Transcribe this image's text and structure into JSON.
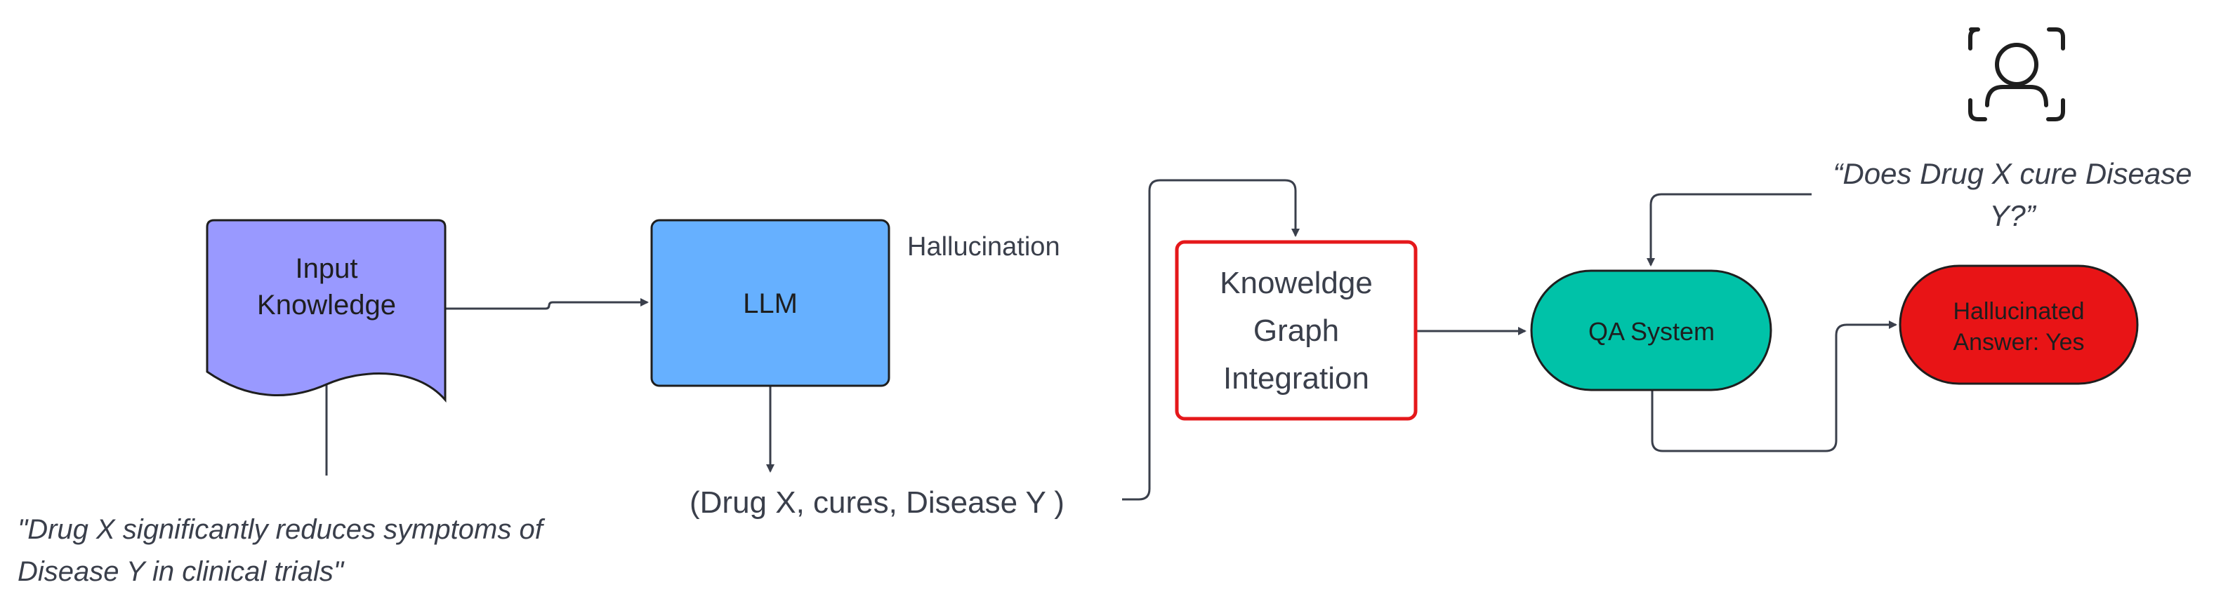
{
  "nodes": {
    "input_knowledge": {
      "line1": "Input",
      "line2": "Knowledge",
      "fill": "#9999ff"
    },
    "llm": {
      "label": "LLM",
      "fill": "#66b0ff"
    },
    "kg": {
      "line1": "Knoweldge",
      "line2": "Graph",
      "line3": "Integration",
      "border": "#e5181b"
    },
    "qa": {
      "label": "QA System",
      "fill": "#00c2a8"
    },
    "hallucinated": {
      "line1": "Hallucinated",
      "line2": "Answer: Yes",
      "fill": "#e81416"
    }
  },
  "labels": {
    "hallucination": "Hallucination",
    "triple": "(Drug X, cures, Disease Y )",
    "source_quote_line1": "\"Drug X significantly reduces symptoms of",
    "source_quote_line2": "Disease Y in clinical trials\"",
    "user_question_line1": "“Does Drug X cure Disease",
    "user_question_line2": "Y?”"
  },
  "icons": {
    "user": "user-scan-icon"
  },
  "colors": {
    "edge": "#3a3f4b",
    "text": "#1e1e1e"
  }
}
